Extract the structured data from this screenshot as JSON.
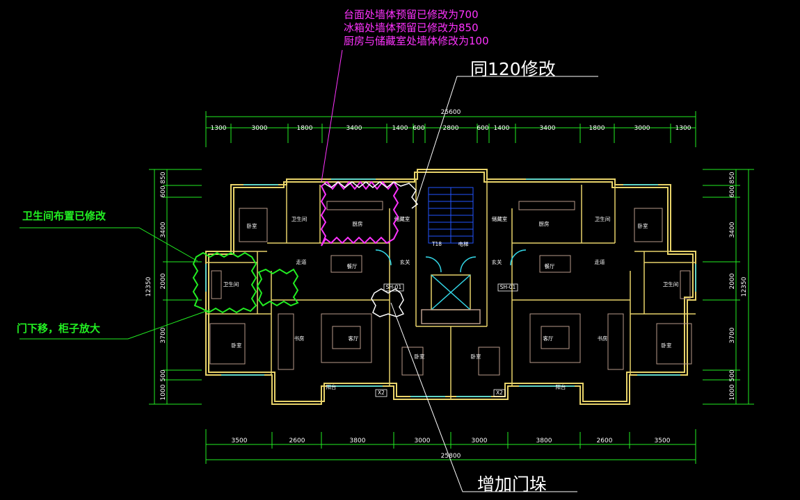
{
  "annotations": {
    "magenta_note": {
      "line1": "台面处墙体预留已修改为700",
      "line2": "冰箱处墙体预留已修改为850",
      "line3": "厨房与储藏室处墙体修改为100"
    },
    "same_as_120": "同120修改",
    "bathroom_note": "卫生间布置已修改",
    "door_note": "门下移，柜子放大",
    "add_door_stack": "增加门垛"
  },
  "dimensions": {
    "top_total": "25600",
    "top_segments": [
      "1300",
      "3000",
      "1800",
      "3400",
      "1400",
      "600",
      "2800",
      "600",
      "1400",
      "3400",
      "1800",
      "3000",
      "1300"
    ],
    "bottom_total": "25800",
    "bottom_segments": [
      "3500",
      "2600",
      "3800",
      "3000",
      "3000",
      "3800",
      "2600",
      "3500"
    ],
    "left_total": "12350",
    "left_segments": [
      "850",
      "600",
      "3400",
      "2000",
      "3700",
      "500",
      "1000"
    ],
    "right_total": "12350",
    "right_segments": [
      "850",
      "600",
      "3400",
      "2000",
      "3700",
      "500",
      "1000"
    ]
  },
  "rooms": {
    "bedroom": "卧室",
    "bathroom": "卫生间",
    "kitchen": "厨房",
    "storage": "储藏室",
    "dining": "餐厅",
    "corridor": "走道",
    "entry": "玄关",
    "living": "客厅",
    "study": "书房",
    "balcony": "阳台",
    "elevator_a": "T18",
    "elevator_b": "电梯",
    "tag_left": "SH-01",
    "tag_right": "SH-01",
    "mark_left": "X2",
    "mark_right": "X2"
  },
  "colors": {
    "background": "#000000",
    "dimension_lines": "#22ee22",
    "walls": "#e8d36a",
    "furniture": "#b89a8a",
    "windows": "#33d6e6",
    "magenta_cloud": "#ff33ff",
    "green_cloud": "#22ee22",
    "white_cloud": "#ffffff"
  }
}
